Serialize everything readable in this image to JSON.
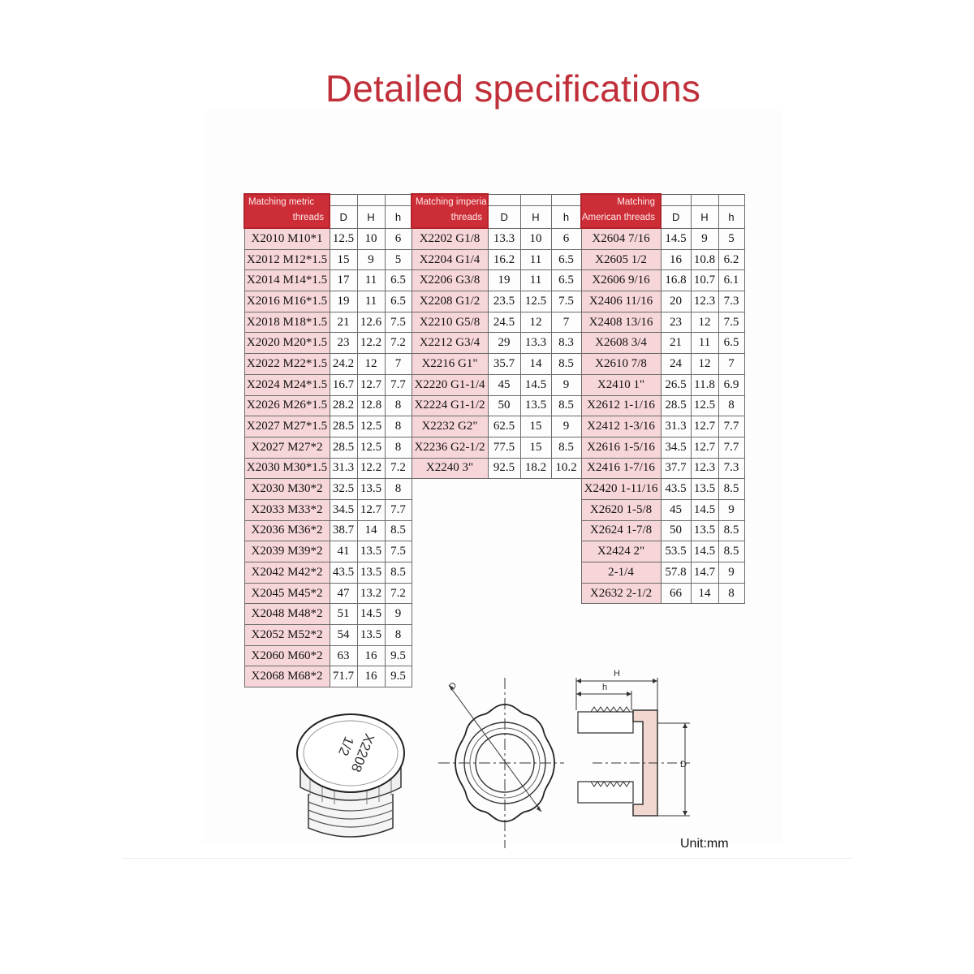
{
  "title": "Detailed specifications",
  "unit_label": "Unit:mm",
  "colors": {
    "title": "#c0303a",
    "banner": "#cc2d36",
    "code_cell": "#f7d6d9"
  },
  "dims": [
    "D",
    "H",
    "h"
  ],
  "metric": {
    "banner_line1": "Matching metric",
    "banner_line2": "threads",
    "rows": [
      [
        "X2010 M10*1",
        "12.5",
        "10",
        "6"
      ],
      [
        "X2012 M12*1.5",
        "15",
        "9",
        "5"
      ],
      [
        "X2014 M14*1.5",
        "17",
        "11",
        "6.5"
      ],
      [
        "X2016 M16*1.5",
        "19",
        "11",
        "6.5"
      ],
      [
        "X2018 M18*1.5",
        "21",
        "12.6",
        "7.5"
      ],
      [
        "X2020 M20*1.5",
        "23",
        "12.2",
        "7.2"
      ],
      [
        "X2022 M22*1.5",
        "24.2",
        "12",
        "7"
      ],
      [
        "X2024 M24*1.5",
        "16.7",
        "12.7",
        "7.7"
      ],
      [
        "X2026 M26*1.5",
        "28.2",
        "12.8",
        "8"
      ],
      [
        "X2027 M27*1.5",
        "28.5",
        "12.5",
        "8"
      ],
      [
        "X2027 M27*2",
        "28.5",
        "12.5",
        "8"
      ],
      [
        "X2030 M30*1.5",
        "31.3",
        "12.2",
        "7.2"
      ],
      [
        "X2030 M30*2",
        "32.5",
        "13.5",
        "8"
      ],
      [
        "X2033 M33*2",
        "34.5",
        "12.7",
        "7.7"
      ],
      [
        "X2036 M36*2",
        "38.7",
        "14",
        "8.5"
      ],
      [
        "X2039 M39*2",
        "41",
        "13.5",
        "7.5"
      ],
      [
        "X2042 M42*2",
        "43.5",
        "13.5",
        "8.5"
      ],
      [
        "X2045 M45*2",
        "47",
        "13.2",
        "7.2"
      ],
      [
        "X2048 M48*2",
        "51",
        "14.5",
        "9"
      ],
      [
        "X2052 M52*2",
        "54",
        "13.5",
        "8"
      ],
      [
        "X2060 M60*2",
        "63",
        "16",
        "9.5"
      ],
      [
        "X2068 M68*2",
        "71.7",
        "16",
        "9.5"
      ]
    ]
  },
  "imperial": {
    "banner_line1": "Matching imperial",
    "banner_line2": "threads",
    "rows": [
      [
        "X2202 G1/8",
        "13.3",
        "10",
        "6"
      ],
      [
        "X2204 G1/4",
        "16.2",
        "11",
        "6.5"
      ],
      [
        "X2206 G3/8",
        "19",
        "11",
        "6.5"
      ],
      [
        "X2208 G1/2",
        "23.5",
        "12.5",
        "7.5"
      ],
      [
        "X2210 G5/8",
        "24.5",
        "12",
        "7"
      ],
      [
        "X2212 G3/4",
        "29",
        "13.3",
        "8.3"
      ],
      [
        "X2216 G1\"",
        "35.7",
        "14",
        "8.5"
      ],
      [
        "X2220 G1-1/4",
        "45",
        "14.5",
        "9"
      ],
      [
        "X2224 G1-1/2",
        "50",
        "13.5",
        "8.5"
      ],
      [
        "X2232 G2\"",
        "62.5",
        "15",
        "9"
      ],
      [
        "X2236 G2-1/2",
        "77.5",
        "15",
        "8.5"
      ],
      [
        "X2240 3\"",
        "92.5",
        "18.2",
        "10.2"
      ]
    ]
  },
  "american": {
    "banner_line1": "Matching",
    "banner_line2": "American threads",
    "rows": [
      [
        "X2604 7/16",
        "14.5",
        "9",
        "5"
      ],
      [
        "X2605 1/2",
        "16",
        "10.8",
        "6.2"
      ],
      [
        "X2606 9/16",
        "16.8",
        "10.7",
        "6.1"
      ],
      [
        "X2406 11/16",
        "20",
        "12.3",
        "7.3"
      ],
      [
        "X2408 13/16",
        "23",
        "12",
        "7.5"
      ],
      [
        "X2608 3/4",
        "21",
        "11",
        "6.5"
      ],
      [
        "X2610 7/8",
        "24",
        "12",
        "7"
      ],
      [
        "X2410 1\"",
        "26.5",
        "11.8",
        "6.9"
      ],
      [
        "X2612 1-1/16",
        "28.5",
        "12.5",
        "8"
      ],
      [
        "X2412 1-3/16",
        "31.3",
        "12.7",
        "7.7"
      ],
      [
        "X2616 1-5/16",
        "34.5",
        "12.7",
        "7.7"
      ],
      [
        "X2416 1-7/16",
        "37.7",
        "12.3",
        "7.3"
      ],
      [
        "X2420 1-11/16",
        "43.5",
        "13.5",
        "8.5"
      ],
      [
        "X2620 1-5/8",
        "45",
        "14.5",
        "9"
      ],
      [
        "X2624 1-7/8",
        "50",
        "13.5",
        "8.5"
      ],
      [
        "X2424 2\"",
        "53.5",
        "14.5",
        "8.5"
      ],
      [
        "2-1/4",
        "57.8",
        "14.7",
        "9"
      ],
      [
        "X2632 2-1/2",
        "66",
        "14",
        "8"
      ]
    ]
  },
  "plug_marking": {
    "line1": "X2208",
    "line2": "1/2"
  },
  "diagram_labels": {
    "diameter": "D",
    "height": "H",
    "thread_height": "h"
  }
}
